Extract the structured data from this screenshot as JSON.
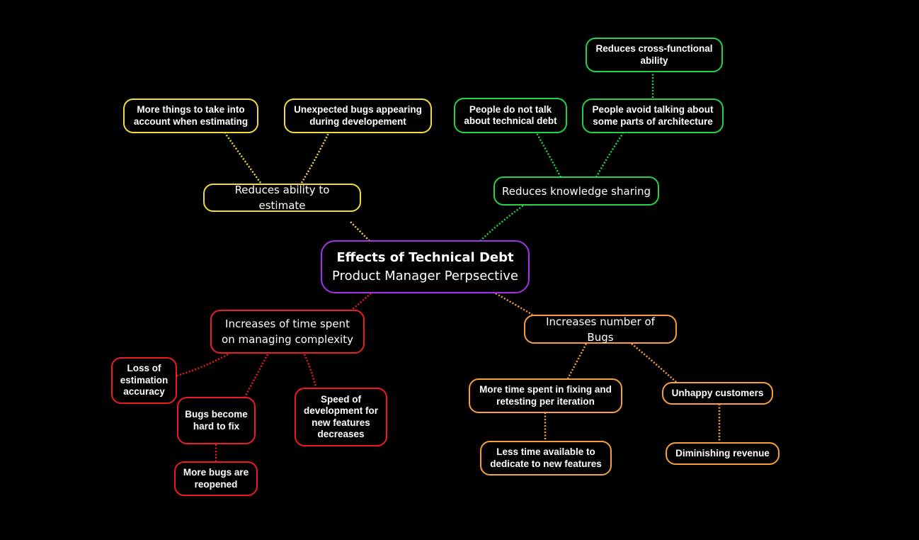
{
  "colors": {
    "background": "#000000",
    "root": "#a233e8",
    "estimate_branch": "#f2dc3a",
    "knowledge_branch": "#22d34a",
    "complexity_branch": "#ec1c24",
    "bugs_branch": "#f7a03a"
  },
  "root": {
    "title": "Effects of Technical Debt",
    "subtitle": "Product Manager Perpsective"
  },
  "branches": {
    "estimate": {
      "label": "Reduces ability to estimate",
      "children": [
        "More things to take into account when estimating",
        "Unexpected bugs appearing during developement"
      ]
    },
    "knowledge": {
      "label": "Reduces knowledge sharing",
      "children": [
        "People do not talk about technical debt",
        "People avoid talking about some parts of architecture"
      ],
      "grandchild": "Reduces cross-functional ability"
    },
    "complexity": {
      "label": "Increases of time spent on managing complexity",
      "children": [
        "Loss of estimation accuracy",
        "Bugs become hard to fix",
        "Speed of development for new features decreases"
      ],
      "grandchild": "More bugs are reopened"
    },
    "bugs": {
      "label": "Increases number of Bugs",
      "children": [
        "More time spent in fixing and retesting per iteration",
        "Unhappy customers"
      ],
      "grandchildren": [
        "Less time available to dedicate to new features",
        "Diminishing revenue"
      ]
    }
  }
}
